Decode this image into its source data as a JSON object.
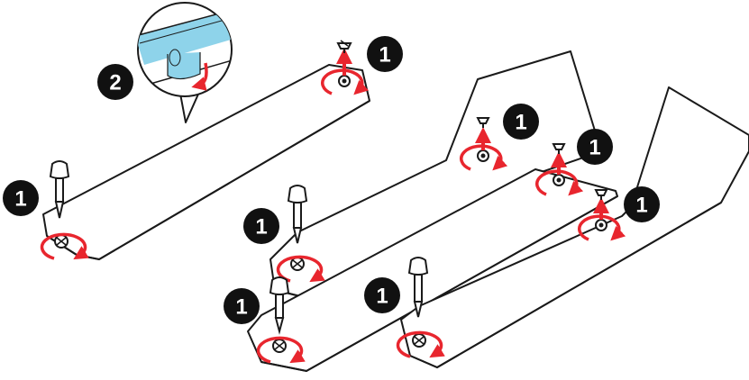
{
  "diagram": {
    "step_badges": [
      {
        "id": "badge-plate1-right",
        "label": "1"
      },
      {
        "id": "badge-plate1-left",
        "label": "1"
      },
      {
        "id": "badge-callout",
        "label": "2"
      },
      {
        "id": "badge-plate2-right",
        "label": "1"
      },
      {
        "id": "badge-plate2-left",
        "label": "1"
      },
      {
        "id": "badge-plate3-right",
        "label": "1"
      },
      {
        "id": "badge-plate3-left",
        "label": "1"
      },
      {
        "id": "badge-plate4-right",
        "label": "1"
      },
      {
        "id": "badge-plate4-left",
        "label": "1"
      }
    ],
    "colors": {
      "badge_fill": "#111111",
      "arrow_red": "#e8262e",
      "plate_stroke": "#1a1a1a",
      "callout_blue": "#8ed3ea"
    },
    "icons": [
      "screwdriver-icon",
      "screw-icon",
      "rotate-arrow-icon",
      "lift-arrow-icon",
      "latch-callout-icon"
    ]
  }
}
